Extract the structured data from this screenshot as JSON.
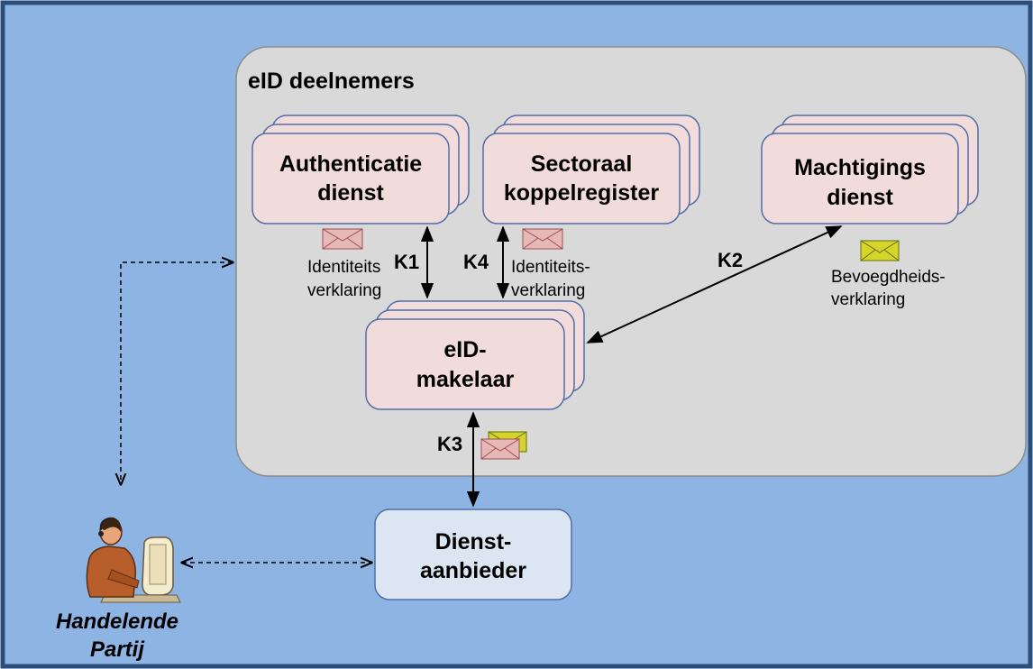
{
  "colors": {
    "background": "#8eb4e3",
    "frame": "#2b4d7a",
    "panel": "#d9d9d9",
    "service_box": "#f2dcdb",
    "provider_box": "#dce6f2",
    "envelope_pink": "#e6b9b8",
    "envelope_yellow": "#d4d42a"
  },
  "panel": {
    "title": "eID deelnemers"
  },
  "boxes": {
    "authenticatie": {
      "line1": "Authenticatie",
      "line2": "dienst"
    },
    "sectoraal": {
      "line1": "Sectoraal",
      "line2": "koppelregister"
    },
    "machtigings": {
      "line1": "Machtigings",
      "line2": "dienst"
    },
    "makelaar": {
      "line1": "eID-",
      "line2": "makelaar"
    },
    "aanbieder": {
      "line1": "Dienst-",
      "line2": "aanbieder"
    }
  },
  "connections": {
    "k1": "K1",
    "k2": "K2",
    "k3": "K3",
    "k4": "K4"
  },
  "messages": {
    "identiteit_a": {
      "line1": "Identiteits",
      "line2": "verklaring"
    },
    "identiteit_b": {
      "line1": "Identiteits-",
      "line2": "verklaring"
    },
    "bevoegdheid": {
      "line1": "Bevoegdheids-",
      "line2": "verklaring"
    }
  },
  "actor": {
    "line1": "Handelende",
    "line2": "Partij",
    "icon": "person-at-computer-icon"
  }
}
